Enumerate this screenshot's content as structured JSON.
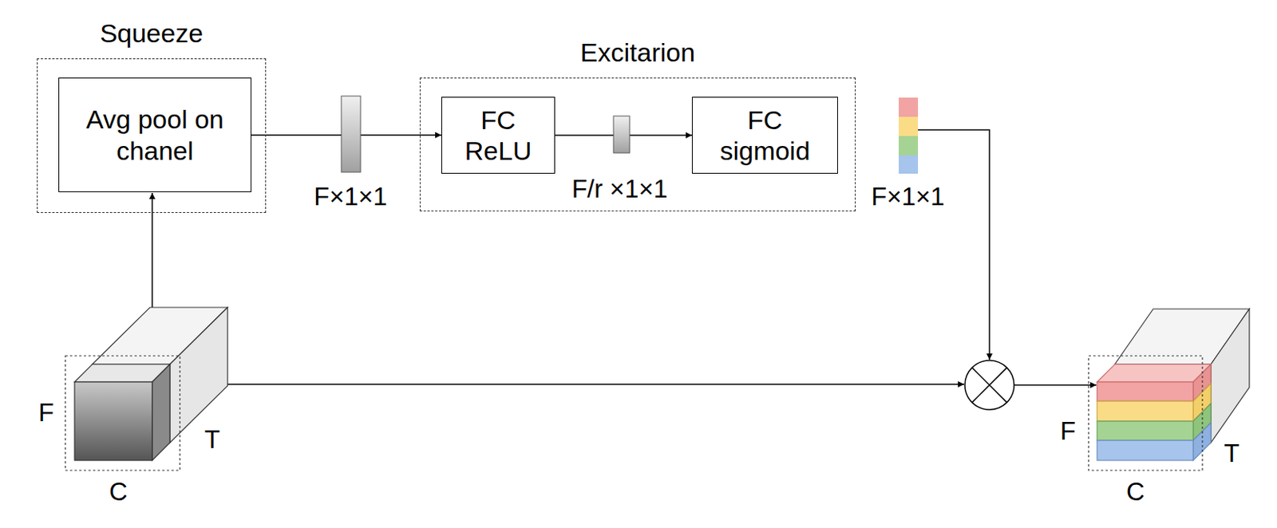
{
  "diagram": {
    "nodes": [
      {
        "text": [
          "Squeeze"
        ]
      },
      {
        "text": [
          "Avg pool on chanel"
        ],
        "in": 0
      },
      {
        "text": [
          "Excitarion"
        ]
      },
      {
        "text": [
          "FC ReLU"
        ],
        "in": 2
      },
      {
        "text": [
          "FC sigmoid"
        ],
        "in": 2
      }
    ],
    "edges": [
      {
        "from": 1,
        "to": 3,
        "arrow": "to"
      },
      {
        "from": 3,
        "to": 4,
        "arrow": "to"
      }
    ],
    "labels": [
      "F×1×1",
      "F/r ×1×1",
      "F×1×1",
      "F",
      "T",
      "C",
      "F",
      "T",
      "C"
    ]
  }
}
